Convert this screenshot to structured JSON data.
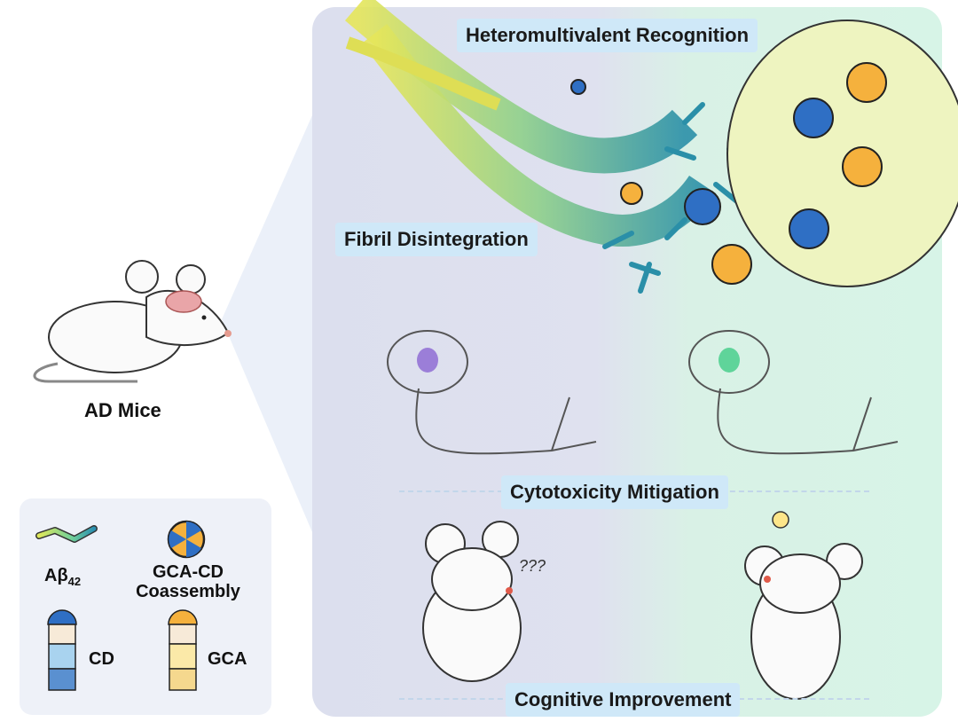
{
  "labels": {
    "ad_mice": "AD Mice",
    "heteromultivalent": "Heteromultivalent Recognition",
    "fibril": "Fibril Disintegration",
    "cytotoxicity": "Cytotoxicity Mitigation",
    "cognitive": "Cognitive Improvement",
    "confused": "???"
  },
  "legend": {
    "abeta": "Aβ",
    "abeta_sub": "42",
    "coassembly_line1": "GCA-CD",
    "coassembly_line2": "Coassembly",
    "cd": "CD",
    "gca": "GCA"
  },
  "colors": {
    "cd_blue": "#2f6fc4",
    "gca_orange": "#f5b13d",
    "fibril_yellow": "#e6e65a",
    "fibril_teal": "#2aa3a0",
    "tag_bg": "#cfe8f8",
    "panel_left": "#dfe1ef",
    "panel_right": "#d7f4e7"
  }
}
